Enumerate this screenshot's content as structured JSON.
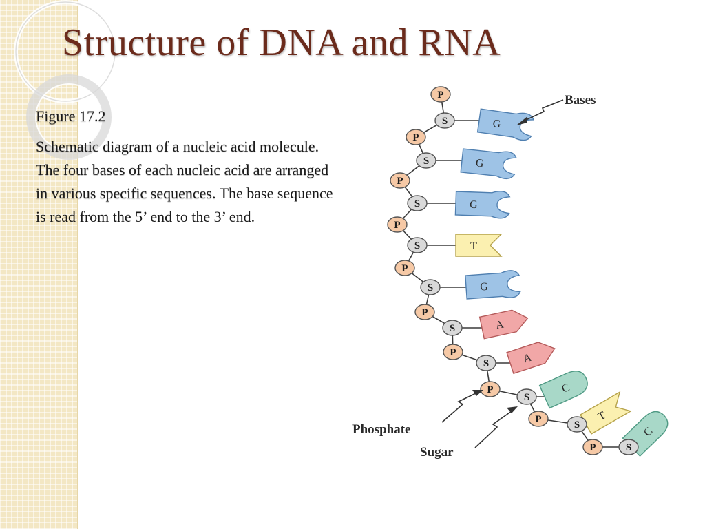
{
  "slide": {
    "title": "Structure of DNA and RNA",
    "figure_label": "Figure 17.2",
    "caption_emphasized": "Schematic diagram of a nucleic acid molecule. The four  bases of each nucleic acid are arranged in various specific sequences.",
    "caption_plain": "The base sequence is read from the 5’ end to the 3’ end."
  },
  "diagram": {
    "labels": {
      "bases": "Bases",
      "phosphate": "Phosphate",
      "sugar": "Sugar"
    },
    "phosphate_symbol": "P",
    "sugar_symbol": "S",
    "base_sequence": [
      "G",
      "G",
      "G",
      "T",
      "G",
      "A",
      "A",
      "C",
      "T",
      "C"
    ],
    "colors": {
      "phosphate_fill": "#f6c9a6",
      "sugar_fill": "#d9d9d9",
      "G": "#9ec3e6",
      "T": "#fbf0b0",
      "A": "#f1a7a7",
      "C": "#a8d8c8",
      "title": "#6b2b1c"
    }
  }
}
